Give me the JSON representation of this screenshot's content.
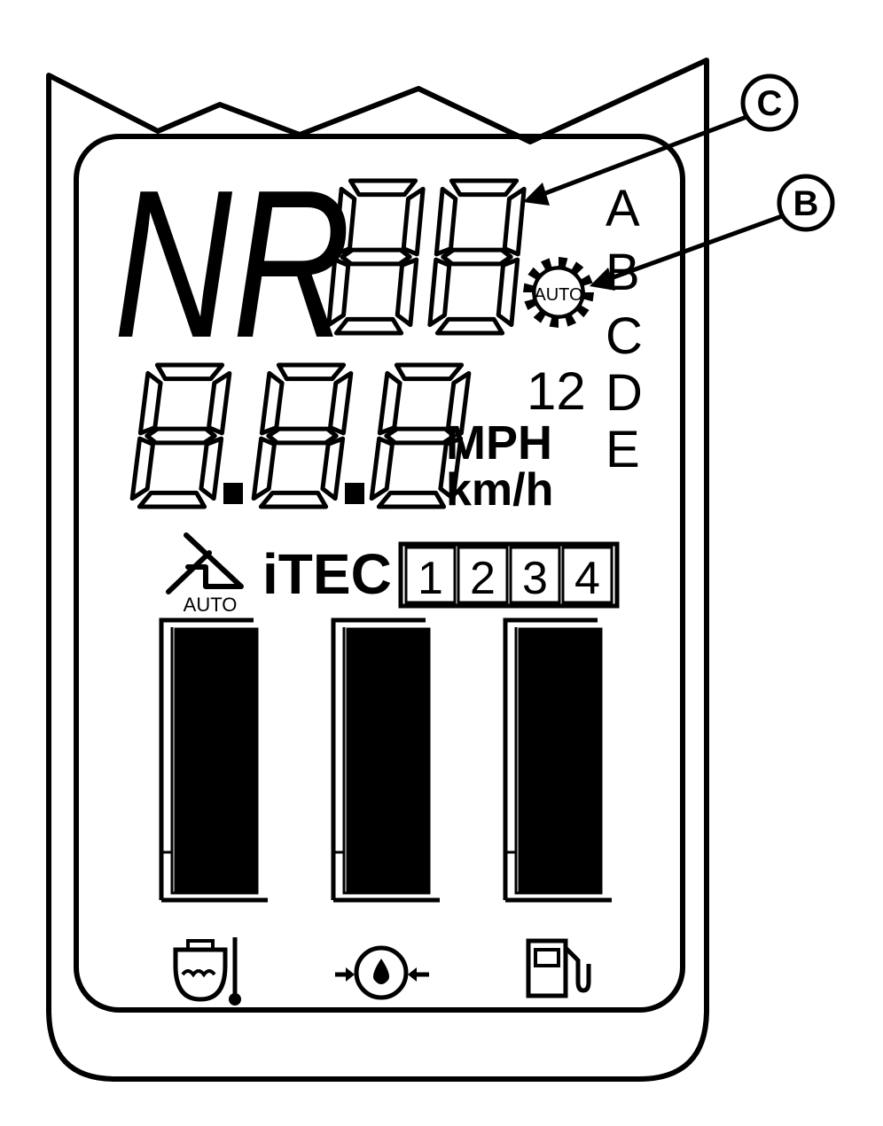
{
  "callouts": {
    "c": "C",
    "b": "B"
  },
  "gear_display": {
    "prefix": "NR"
  },
  "auto_badge": "AUTO",
  "speed_units": {
    "primary": "MPH",
    "secondary": "km/h"
  },
  "range_letters": [
    "A",
    "B",
    "C",
    "D",
    "E"
  ],
  "range_number": "12",
  "itec": {
    "label": "iTEC",
    "boxes": [
      "1",
      "2",
      "3",
      "4"
    ],
    "auto_label": "AUTO"
  },
  "gauges": [
    {
      "icon": "coolant-temperature-icon",
      "level": 1.0
    },
    {
      "icon": "engine-oil-pressure-icon",
      "level": 1.0
    },
    {
      "icon": "fuel-level-icon",
      "level": 1.0
    }
  ],
  "colors": {
    "ink": "#000000",
    "background": "#ffffff"
  }
}
